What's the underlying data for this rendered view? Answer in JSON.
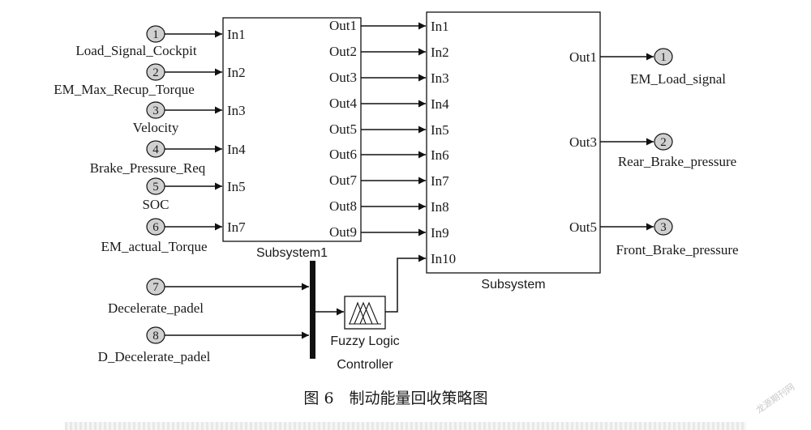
{
  "inports": [
    {
      "num": "1",
      "label": "Load_Signal_Cockpit"
    },
    {
      "num": "2",
      "label": "EM_Max_Recup_Torque"
    },
    {
      "num": "3",
      "label": "Velocity"
    },
    {
      "num": "4",
      "label": "Brake_Pressure_Req"
    },
    {
      "num": "5",
      "label": "SOC"
    },
    {
      "num": "6",
      "label": "EM_actual_Torque"
    },
    {
      "num": "7",
      "label": "Decelerate_padel"
    },
    {
      "num": "8",
      "label": "D_Decelerate_padel"
    }
  ],
  "subsystem1": {
    "name": "Subsystem1",
    "inputs": [
      "In1",
      "In2",
      "In3",
      "In4",
      "In5",
      "In7"
    ],
    "outputs": [
      "Out1",
      "Out2",
      "Out3",
      "Out4",
      "Out5",
      "Out6",
      "Out7",
      "Out8",
      "Out9"
    ]
  },
  "subsystem": {
    "name": "Subsystem",
    "inputs": [
      "In1",
      "In2",
      "In3",
      "In4",
      "In5",
      "In6",
      "In7",
      "In8",
      "In9",
      "In10"
    ],
    "outputs": [
      "Out1",
      "Out3",
      "Out5"
    ]
  },
  "fuzzy": {
    "line1": "Fuzzy Logic",
    "line2": "Controller"
  },
  "outports": [
    {
      "num": "1",
      "label": "EM_Load_signal"
    },
    {
      "num": "2",
      "label": "Rear_Brake_pressure"
    },
    {
      "num": "3",
      "label": "Front_Brake_pressure"
    }
  ],
  "caption": "图 6　制动能量回收策略图",
  "watermark": "龙源期刊网",
  "colors": {
    "line": "#111111",
    "port_fill": "#d0d0d0",
    "background": "#ffffff"
  }
}
